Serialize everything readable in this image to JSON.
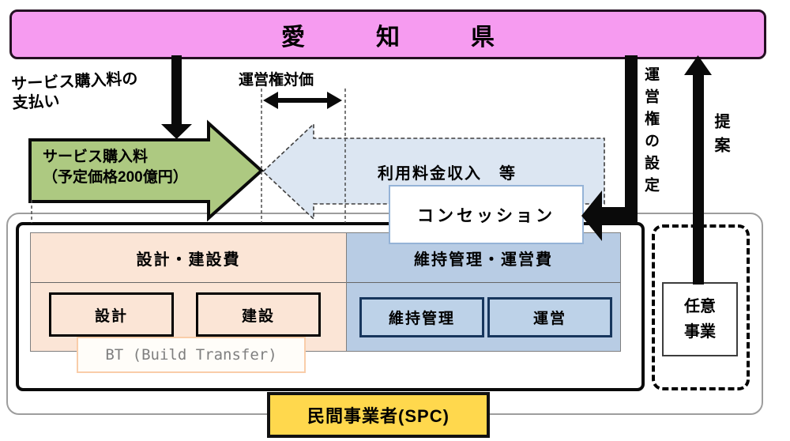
{
  "aichi_bar": {
    "label": "愛　知　県"
  },
  "flows": {
    "service_payment_note": "サービス購入料の\n支払い",
    "operation_right_price": "運営権対価",
    "service_purchase_arrow": "サービス購入料\n（予定価格200億円）",
    "usage_fee_arrow": "利用料金収入　等",
    "concession": "コンセッション",
    "operation_right_grant": "運営権の設定",
    "proposal": "提案"
  },
  "main_box": {
    "design_build": {
      "header": "設計・建設費",
      "items": [
        "設計",
        "建設"
      ]
    },
    "maintain_operate": {
      "header": "維持管理・運営費",
      "items": [
        "維持管理",
        "運営"
      ]
    },
    "bt_label": "BT (Build Transfer)"
  },
  "optional_business": {
    "label": "任意\n事業"
  },
  "spc": {
    "label": "民間事業者(SPC)"
  },
  "colors": {
    "aichi_pink": "#F69BF0",
    "service_green": "#ADC981",
    "usage_blue": "#DCE6F2",
    "design_peach": "#FBE5D6",
    "maintain_blue": "#B8CCE4",
    "spc_yellow": "#FFD84D",
    "concession_border": "#95B3D7",
    "bt_border": "#F9CDA9"
  }
}
